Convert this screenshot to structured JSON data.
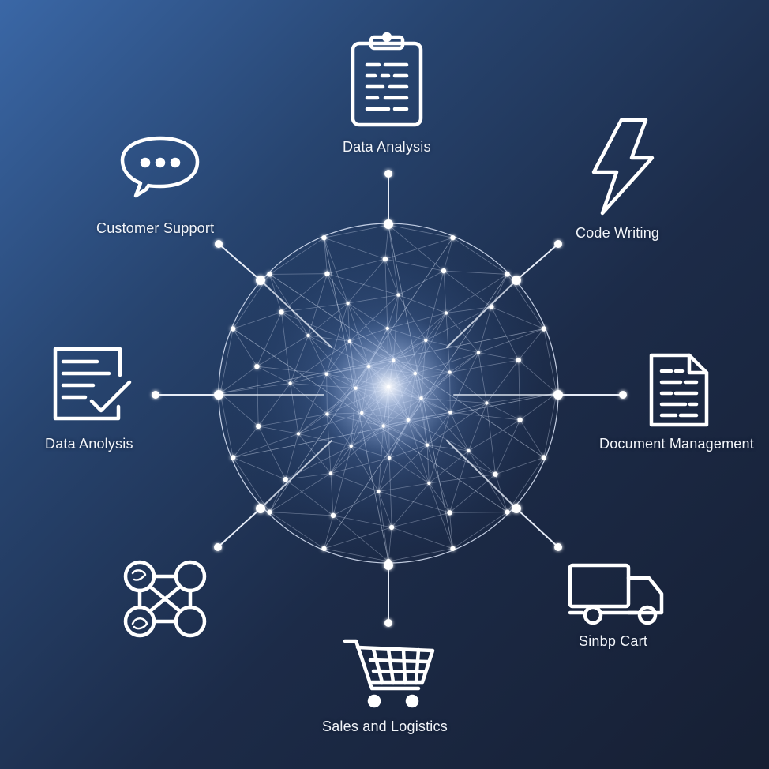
{
  "colors": {
    "accent": "#ffffff",
    "line": "#e6ecf7",
    "node_glow": "#9fc3ff",
    "background_top_left": "#3a67a6",
    "background_bottom_right": "#161f33"
  },
  "hub": {
    "icon": "network-globe-icon"
  },
  "spokes": [
    {
      "id": "top",
      "label": "Data Analysis",
      "icon": "clipboard-icon"
    },
    {
      "id": "top-left",
      "label": "Customer Support",
      "icon": "chat-bubble-icon"
    },
    {
      "id": "top-right",
      "label": "Code Writing",
      "icon": "lightning-icon"
    },
    {
      "id": "left",
      "label": "Data Anolysis",
      "icon": "report-checkmark-icon"
    },
    {
      "id": "right",
      "label": "Document Management",
      "icon": "document-icon"
    },
    {
      "id": "bottom-left",
      "label": "",
      "icon": "network-nodes-icon"
    },
    {
      "id": "bottom-right",
      "label": "Sinbp Cart",
      "icon": "truck-icon"
    },
    {
      "id": "bottom",
      "label": "Sales and Logistics",
      "icon": "shopping-cart-icon"
    }
  ]
}
